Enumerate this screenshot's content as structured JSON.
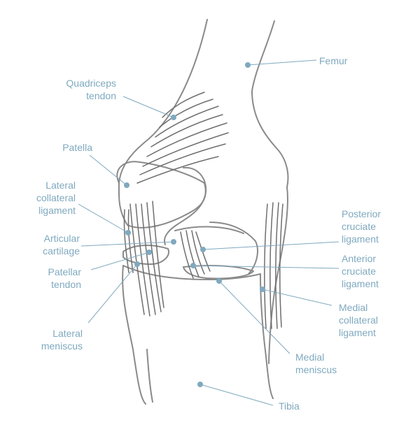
{
  "diagram": {
    "colors": {
      "outline": "#8a8a8a",
      "outline_dark": "#6e6e6e",
      "accent": "#7fa9bf",
      "background": "#ffffff"
    },
    "labels": {
      "femur": [
        "Femur"
      ],
      "quadriceps_tendon": [
        "Quadriceps",
        "tendon"
      ],
      "patella": [
        "Patella"
      ],
      "lateral_collateral_ligament": [
        "Lateral",
        "collateral",
        "ligament"
      ],
      "articular_cartilage": [
        "Articular",
        "cartilage"
      ],
      "patellar_tendon": [
        "Patellar",
        "tendon"
      ],
      "lateral_meniscus": [
        "Lateral",
        "meniscus"
      ],
      "posterior_cruciate_ligament": [
        "Posterior",
        "cruciate",
        "ligament"
      ],
      "anterior_cruciate_ligament": [
        "Anterior",
        "cruciate",
        "ligament"
      ],
      "medial_collateral_ligament": [
        "Medial",
        "collateral",
        "ligament"
      ],
      "medial_meniscus": [
        "Medial",
        "meniscus"
      ],
      "tibia": [
        "Tibia"
      ]
    }
  }
}
